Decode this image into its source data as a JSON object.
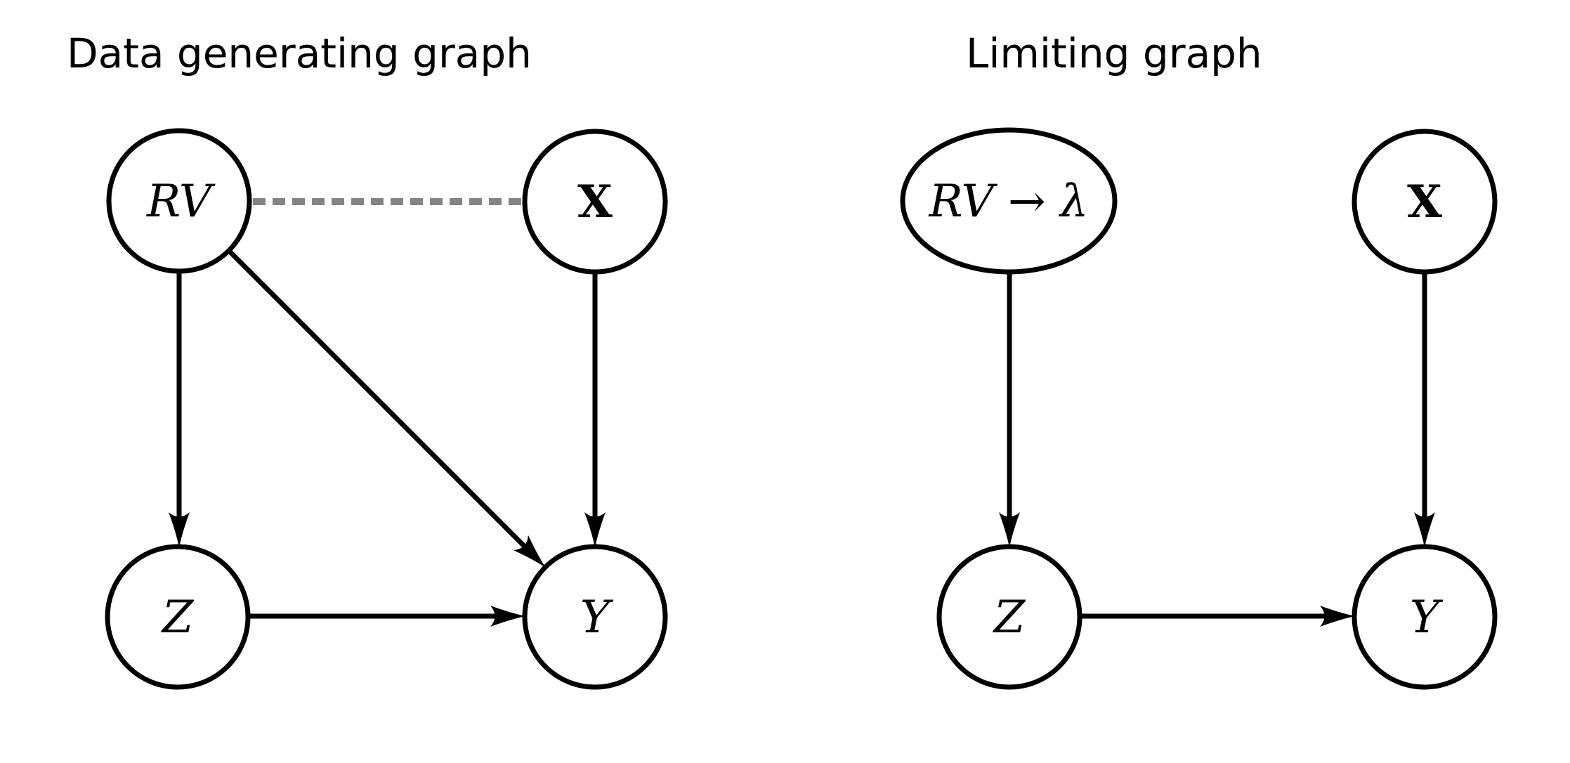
{
  "figure": {
    "type": "causal-dag-pair",
    "background": "#ffffff",
    "colors": {
      "node_stroke": "#000000",
      "edge": "#000000",
      "dashed_edge": "#848484",
      "text": "#000000"
    },
    "panels": [
      {
        "id": "data-generating",
        "title": "Data generating graph",
        "nodes": [
          {
            "id": "RV",
            "label": "RV",
            "shape": "circle",
            "text_style": "italic"
          },
          {
            "id": "X",
            "label": "X",
            "shape": "circle",
            "text_style": "bold"
          },
          {
            "id": "Z",
            "label": "Z",
            "shape": "circle",
            "text_style": "italic"
          },
          {
            "id": "Y",
            "label": "Y",
            "shape": "circle",
            "text_style": "italic"
          }
        ],
        "edges": [
          {
            "from": "RV",
            "to": "X",
            "style": "dashed",
            "directed": false,
            "color": "#848484"
          },
          {
            "from": "RV",
            "to": "Z",
            "style": "solid",
            "directed": true,
            "color": "#000000"
          },
          {
            "from": "RV",
            "to": "Y",
            "style": "solid",
            "directed": true,
            "color": "#000000"
          },
          {
            "from": "X",
            "to": "Y",
            "style": "solid",
            "directed": true,
            "color": "#000000"
          },
          {
            "from": "Z",
            "to": "Y",
            "style": "solid",
            "directed": true,
            "color": "#000000"
          }
        ]
      },
      {
        "id": "limiting",
        "title": "Limiting graph",
        "nodes": [
          {
            "id": "RV-lambda",
            "label": "RV → λ",
            "shape": "ellipse",
            "text_style": "italic"
          },
          {
            "id": "X",
            "label": "X",
            "shape": "circle",
            "text_style": "bold"
          },
          {
            "id": "Z",
            "label": "Z",
            "shape": "circle",
            "text_style": "italic"
          },
          {
            "id": "Y",
            "label": "Y",
            "shape": "circle",
            "text_style": "italic"
          }
        ],
        "edges": [
          {
            "from": "RV-lambda",
            "to": "Z",
            "style": "solid",
            "directed": true,
            "color": "#000000"
          },
          {
            "from": "X",
            "to": "Y",
            "style": "solid",
            "directed": true,
            "color": "#000000"
          },
          {
            "from": "Z",
            "to": "Y",
            "style": "solid",
            "directed": true,
            "color": "#000000"
          }
        ]
      }
    ]
  }
}
